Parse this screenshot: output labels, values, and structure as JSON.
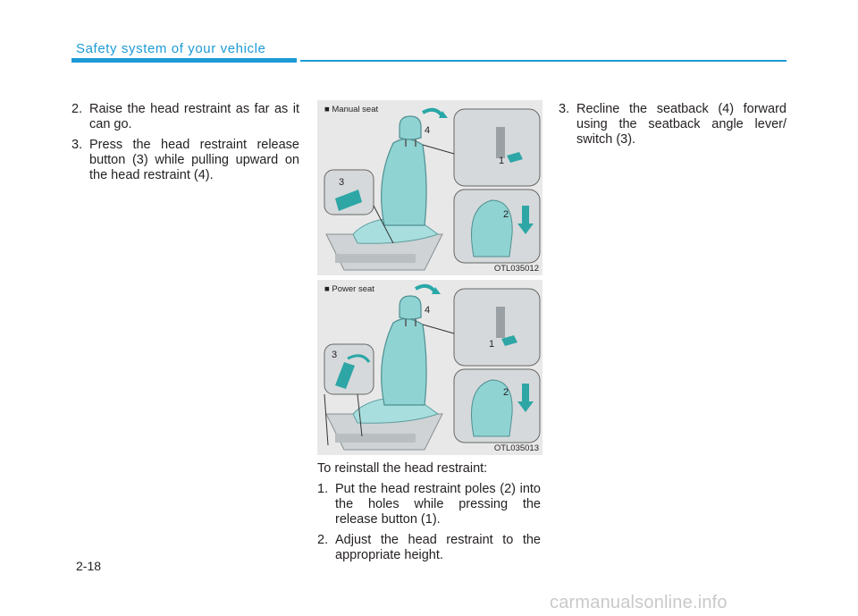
{
  "header": {
    "title": "Safety system of your vehicle"
  },
  "left_column": {
    "items": [
      {
        "num": "2.",
        "text": "Raise the head restraint as far as it can go."
      },
      {
        "num": "3.",
        "text": "Press the head restraint release button (3) while pulling upward on the head restraint (4)."
      }
    ]
  },
  "figures": [
    {
      "label": "■ Manual seat",
      "code": "OTL035012",
      "callouts": [
        "4",
        "3",
        "1",
        "2"
      ]
    },
    {
      "label": "■ Power seat",
      "code": "OTL035013",
      "callouts": [
        "4",
        "3",
        "1",
        "2"
      ]
    }
  ],
  "middle_column": {
    "intro": "To reinstall the head restraint:",
    "items": [
      {
        "num": "1.",
        "text": "Put the head restraint poles (2) into the holes while pressing the release button (1)."
      },
      {
        "num": "2.",
        "text": "Adjust the head restraint to the appropriate height."
      }
    ]
  },
  "right_column": {
    "items": [
      {
        "num": "3.",
        "text": "Recline the seatback (4) forward using the seatback angle lever/ switch (3)."
      }
    ]
  },
  "footer": {
    "page_number": "2-18",
    "watermark": "carmanualsonline.info"
  }
}
